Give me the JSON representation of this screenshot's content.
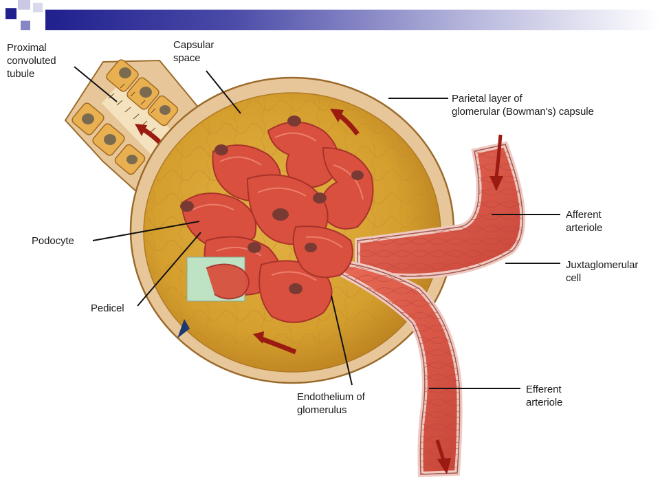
{
  "colors": {
    "header_dark": "#20208e",
    "header_mid": "#5c5cb0",
    "header_light": "#b9b9de",
    "capsule_fill": "#d9a733",
    "capsule_wall": "#e7c79a",
    "capsule_edge": "#9b6a2a",
    "glomerulus": "#d9503f",
    "glomerulus_dark": "#a8322a",
    "arteriole": "#e0604e",
    "arteriole_wall": "#efc9c2",
    "tubule_cell": "#e8b050",
    "nucleus": "#7a6a50",
    "podocyte_nucleus": "#7a3a34",
    "inset_box": "#bde2c4",
    "leader_line": "#111111",
    "flow_arrow": "#9b1a12"
  },
  "icons": {
    "flow": "curved-arrow-icon",
    "inset_pointer": "pointer-arrow-icon"
  },
  "labels": {
    "proximal_convoluted_tubule": "Proximal\nconvoluted\ntubule",
    "capsular_space": "Capsular\nspace",
    "parietal_layer": "Parietal layer of\nglomerular (Bowman's) capsule",
    "afferent_arteriole": "Afferent\narteriole",
    "juxtaglomerular_cell": "Juxtaglomerular\ncell",
    "podocyte": "Podocyte",
    "pedicel": "Pedicel",
    "efferent_arteriole": "Efferent\narteriole",
    "endothelium": "Endothelium of\nglomerulus"
  }
}
